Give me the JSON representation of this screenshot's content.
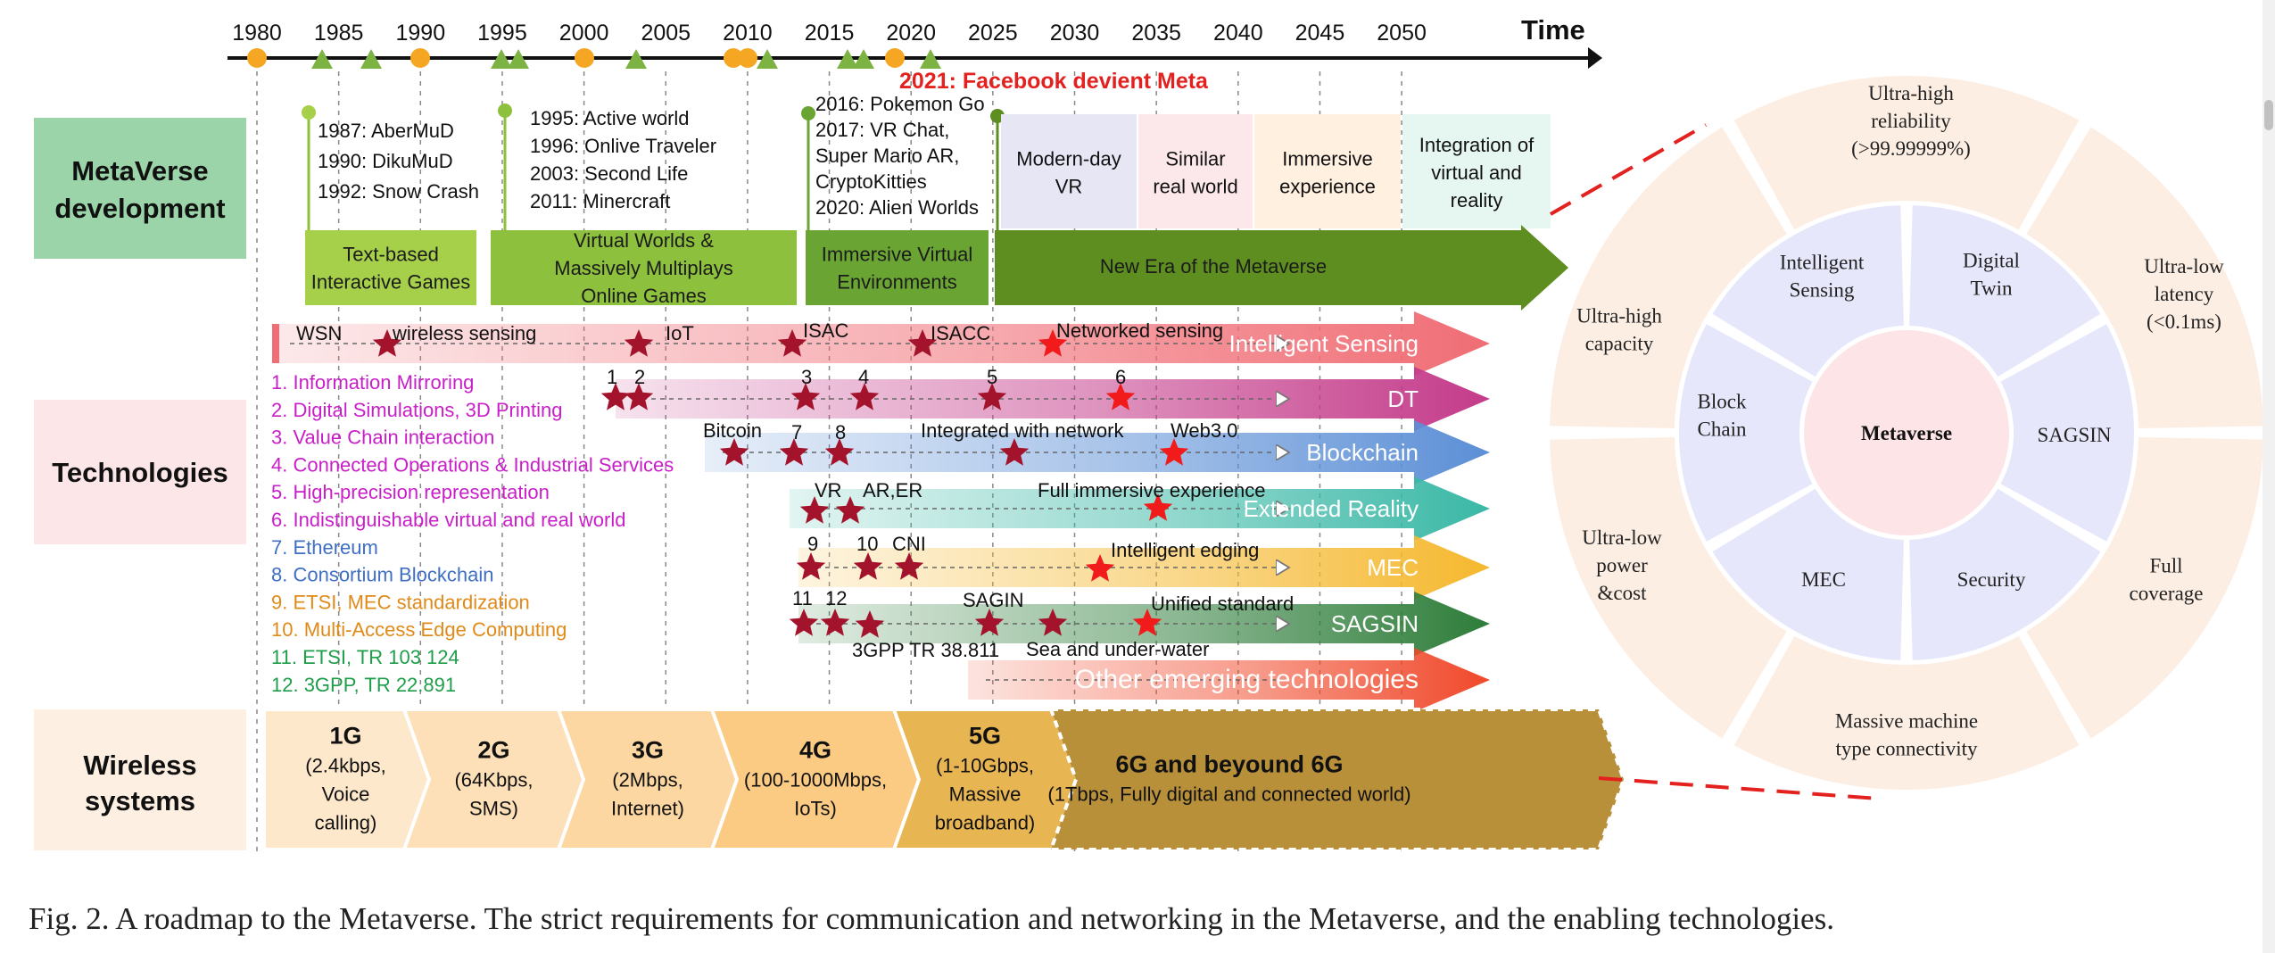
{
  "timeline": {
    "axis_title": "Time",
    "years": [
      "1980",
      "1985",
      "1990",
      "1995",
      "2000",
      "2005",
      "2010",
      "2015",
      "2020",
      "2025",
      "2030",
      "2035",
      "2040",
      "2045",
      "2050"
    ],
    "highlight": "2021: Facebook devient Meta",
    "marker_colors": {
      "circle": "#f5a623",
      "triangle": "#7cb342"
    }
  },
  "rows": {
    "development": "MetaVerse development",
    "technologies": "Technologies",
    "wireless": "Wireless systems"
  },
  "development": {
    "milestones": [
      {
        "lines": [
          "1987: AberMuD",
          "1990: DikuMuD",
          "1992: Snow Crash"
        ]
      },
      {
        "lines": [
          "1995: Active world",
          "1996: Onlive Traveler",
          "2003: Second Life",
          "2011: Minercraft"
        ]
      },
      {
        "lines": [
          "2016: Pokemon Go",
          "2017: VR Chat,",
          "Super  Mario AR,",
          "CryptoKitties",
          "2020: Alien Worlds"
        ]
      }
    ],
    "eras": [
      {
        "lines": [
          "Text-based",
          "Interactive Games"
        ],
        "color": "#a6d04a"
      },
      {
        "lines": [
          "Virtual Worlds &",
          "Massively Multiplays",
          "Online Games"
        ],
        "color": "#8dc03c"
      },
      {
        "lines": [
          "Immersive Virtual",
          "Environments"
        ],
        "color": "#6aa533"
      },
      {
        "lines": [
          "New Era of the Metaverse"
        ],
        "color": "#5d8e1f"
      }
    ],
    "future": [
      {
        "lines": [
          "Modern-day",
          "VR"
        ],
        "color": "#e6e6f5"
      },
      {
        "lines": [
          "Similar",
          "real world"
        ],
        "color": "#fce8ea"
      },
      {
        "lines": [
          "Immersive",
          "experience"
        ],
        "color": "#fff0e0"
      },
      {
        "lines": [
          "Integration of",
          "virtual and",
          "reality"
        ],
        "color": "#e6f6f1"
      }
    ]
  },
  "technologies": {
    "arrows": [
      {
        "label": "Intelligent  Sensing",
        "color": "#f06d75"
      },
      {
        "label": "DT",
        "color": "#c43b8a"
      },
      {
        "label": "Blockchain",
        "color": "#5c8fd6"
      },
      {
        "label": "Extended Reality",
        "color": "#3ab8a6"
      },
      {
        "label": "MEC",
        "color": "#f5b82e"
      },
      {
        "label": "SAGSIN",
        "color": "#2e7d3a"
      },
      {
        "label": "Other  emerging technologies",
        "color": "#f0482a"
      }
    ],
    "annotations": [
      "WSN",
      "wireless sensing",
      "IoT",
      "ISAC",
      "ISACC",
      "Networked sensing",
      "1",
      "2",
      "3",
      "4",
      "5",
      "6",
      "Bitcoin",
      "7",
      "8",
      "Integrated with network",
      "Web3.0",
      "VR",
      "AR,ER",
      "Full immersive experience",
      "9",
      "10",
      "CNI",
      "Intelligent edging",
      "11",
      "12",
      "SAGIN",
      "Unified standard",
      "3GPP TR 38.811",
      "Sea and under-water"
    ],
    "legend": [
      {
        "text": "1. Information Mirroring",
        "color": "#c81fc8"
      },
      {
        "text": "2. Digital Simulations, 3D Printing",
        "color": "#c81fc8"
      },
      {
        "text": "3. Value Chain interaction",
        "color": "#c81fc8"
      },
      {
        "text": "4. Connected Operations & Industrial Services",
        "color": "#c81fc8"
      },
      {
        "text": "5. High-precision representation",
        "color": "#c81fc8"
      },
      {
        "text": "6. Indistinguishable virtual and real world",
        "color": "#c81fc8"
      },
      {
        "text": "7. Ethereum",
        "color": "#3f6fc4"
      },
      {
        "text": "8. Consortium Blockchain",
        "color": "#3f6fc4"
      },
      {
        "text": "9. ETSI, MEC standardization",
        "color": "#e08a1a"
      },
      {
        "text": "10. Multi-Access Edge Computing",
        "color": "#e08a1a"
      },
      {
        "text": "11. ETSI, TR 103 124",
        "color": "#1f9e4a"
      },
      {
        "text": "12. 3GPP, TR 22.891",
        "color": "#1f9e4a"
      }
    ]
  },
  "wireless": [
    {
      "gen": "1G",
      "lines": [
        "(2.4kbps,",
        "Voice",
        "calling)"
      ],
      "color": "#fde8cc"
    },
    {
      "gen": "2G",
      "lines": [
        "(64Kbps,",
        "SMS)"
      ],
      "color": "#fde0b8"
    },
    {
      "gen": "3G",
      "lines": [
        "(2Mbps,",
        "Internet)"
      ],
      "color": "#fdd7a2"
    },
    {
      "gen": "4G",
      "lines": [
        "(100-1000Mbps,",
        "IoTs)"
      ],
      "color": "#fccb83"
    },
    {
      "gen": "5G",
      "lines": [
        "(1-10Gbps,",
        "Massive",
        "broadband)"
      ],
      "color": "#e8b553"
    },
    {
      "gen": "6G and beyound 6G",
      "lines": [
        "(1Tbps, Fully digital and connected world)"
      ],
      "color": "#b8903a"
    }
  ],
  "wheel": {
    "center": "Metaverse",
    "inner": [
      {
        "lines": [
          "Intelligent",
          "Sensing"
        ]
      },
      {
        "lines": [
          "Digital",
          "Twin"
        ]
      },
      {
        "lines": [
          "SAGSIN"
        ]
      },
      {
        "lines": [
          "Security"
        ]
      },
      {
        "lines": [
          "MEC"
        ]
      },
      {
        "lines": [
          "Block",
          "Chain"
        ]
      }
    ],
    "outer": [
      {
        "lines": [
          "Ultra-high",
          "reliability",
          "(>99.99999%)"
        ]
      },
      {
        "lines": [
          "Ultra-low",
          "latency",
          "(<0.1ms)"
        ]
      },
      {
        "lines": [
          "Full",
          "coverage"
        ]
      },
      {
        "lines": [
          "Massive machine",
          "type connectivity"
        ]
      },
      {
        "lines": [
          "Ultra-low",
          "power",
          "&cost"
        ]
      },
      {
        "lines": [
          "Ultra-high",
          "capacity"
        ]
      }
    ]
  },
  "caption": "Fig. 2.   A roadmap to the Metaverse. The strict requirements for communication and networking in the Metaverse, and the enabling technologies."
}
